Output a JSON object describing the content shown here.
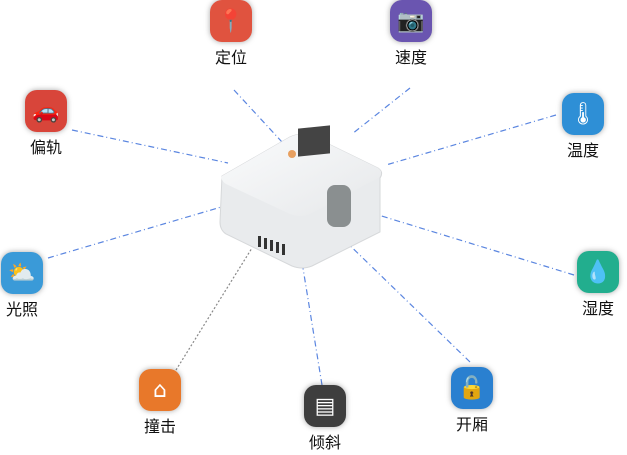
{
  "nodes": [
    {
      "label": "定位",
      "icon": "map-pin-icon",
      "glyph": "📍",
      "color": "#e0533f"
    },
    {
      "label": "速度",
      "icon": "camera-icon",
      "glyph": "📷",
      "color": "#6a55b0"
    },
    {
      "label": "偏轨",
      "icon": "garage-car-icon",
      "glyph": "🚗",
      "color": "#d8453a"
    },
    {
      "label": "温度",
      "icon": "thermometer-icon",
      "glyph": "🌡",
      "color": "#2e8fd6"
    },
    {
      "label": "光照",
      "icon": "sun-cloud-icon",
      "glyph": "⛅",
      "color": "#3a9ad8"
    },
    {
      "label": "湿度",
      "icon": "water-drop-icon",
      "glyph": "💧",
      "color": "#22ae8e"
    },
    {
      "label": "撞击",
      "icon": "house-impact-icon",
      "glyph": "⌂",
      "color": "#e8782a"
    },
    {
      "label": "倾斜",
      "icon": "tilt-grid-icon",
      "glyph": "▤",
      "color": "#3e3e3e"
    },
    {
      "label": "开厢",
      "icon": "unlock-icon",
      "glyph": "🔓",
      "color": "#2a80d0"
    }
  ]
}
